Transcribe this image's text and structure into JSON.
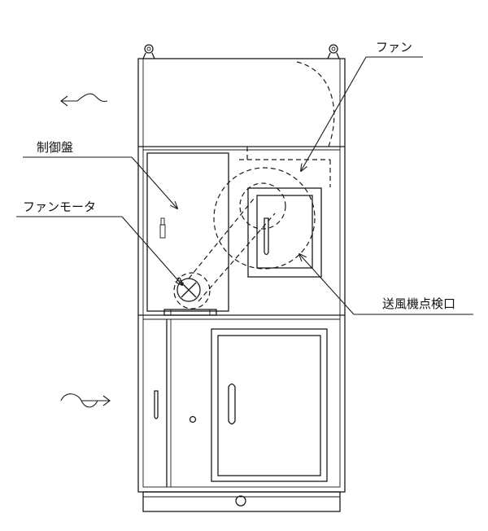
{
  "labels": {
    "fan": "ファン",
    "control_panel": "制御盤",
    "fan_motor": "ファンモータ",
    "blower_inspection_port": "送風機点検口"
  },
  "airflow": {
    "exhaust_arrow_icon": "airflow-arrow-left",
    "intake_arrow_icon": "airflow-arrow-right"
  }
}
